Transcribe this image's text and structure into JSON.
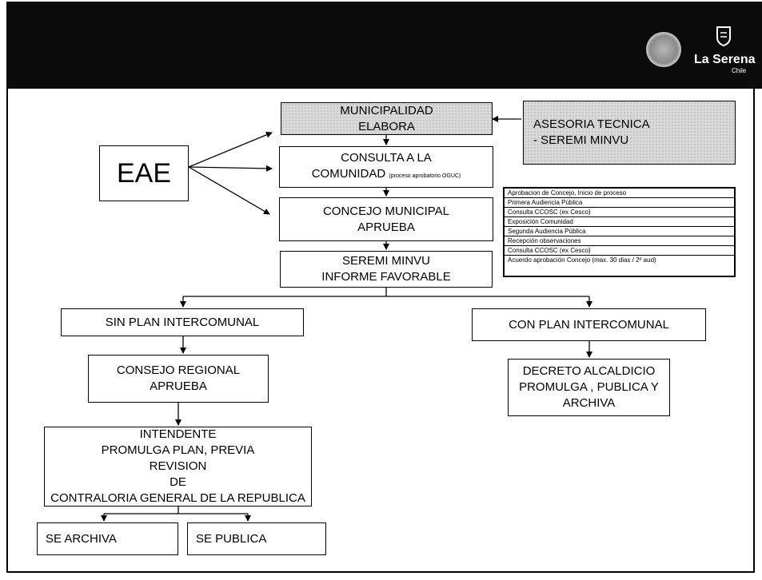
{
  "header": {
    "logo_text": "La Serena",
    "logo_sub": "Chile"
  },
  "nodes": {
    "municipalidad": [
      "MUNICIPALIDAD",
      "ELABORA"
    ],
    "asesoria": [
      "ASESORIA TECNICA",
      "- SEREMI MINVU"
    ],
    "eae": "EAE",
    "consulta": {
      "line1": "CONSULTA A LA",
      "line2": "COMUNIDAD",
      "note": "(proceso aprobatorio OGUC)"
    },
    "concejo": [
      "CONCEJO MUNICIPAL",
      "APRUEBA"
    ],
    "seremi": [
      "SEREMI MINVU",
      "INFORME FAVORABLE"
    ],
    "sin_plan": "SIN PLAN INTERCOMUNAL",
    "con_plan": "CON PLAN INTERCOMUNAL",
    "consejo_regional": [
      "CONSEJO REGIONAL",
      "APRUEBA"
    ],
    "decreto": [
      "DECRETO ALCALDICIO",
      "PROMULGA , PUBLICA Y",
      "ARCHIVA"
    ],
    "intendente": [
      "INTENDENTE",
      "PROMULGA PLAN, PREVIA",
      "REVISION",
      "DE",
      "CONTRALORIA GENERAL DE LA REPUBLICA"
    ],
    "se_archiva": "SE ARCHIVA",
    "se_publica": "SE PUBLICA"
  },
  "steps_list": [
    "Aprobacion de Concejo, Inicio de proceso",
    "Primera Audiencia Pública",
    "Consulta CCOSC (ex Cesco)",
    "Exposición Comunidad",
    "Segunda Audiencia Pública",
    "Recepción observaciones",
    "Consulta CCOSC (ex Cesco)",
    "Acuerdo aprobación Concejo (max. 30 dias / 2º aud)"
  ],
  "colors": {
    "header": "#0b0b0b",
    "shaded_box": "#d9d9d9",
    "line": "#000000"
  }
}
